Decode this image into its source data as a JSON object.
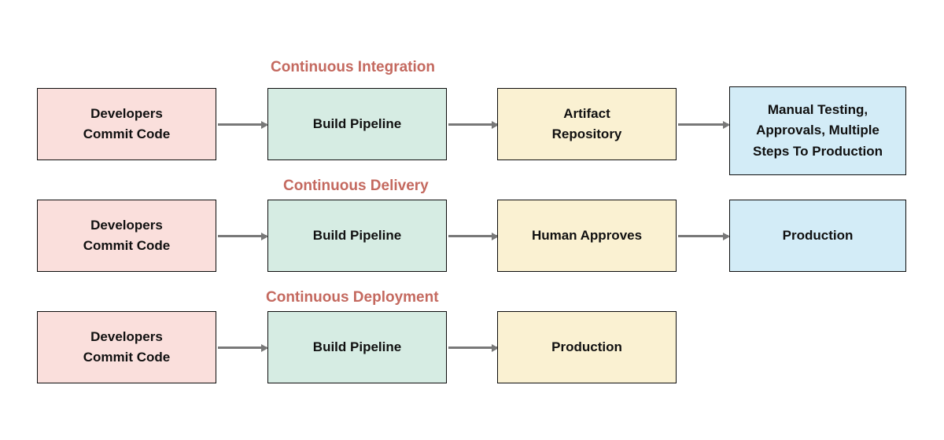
{
  "diagram": {
    "title_color": "#c4695f",
    "palette": {
      "pink": "#fadfdc",
      "green": "#d6ece3",
      "yellow": "#faf1d2",
      "blue": "#d3ecf7",
      "border": "#0c0c0c",
      "connector": "#787878",
      "background": "#ffffff"
    },
    "rows": [
      {
        "title": "Continuous Integration",
        "nodes": [
          {
            "label": "Developers\nCommit Code",
            "lines": [
              "Developers",
              "Commit Code"
            ],
            "color": "pink"
          },
          {
            "label": "Build Pipeline",
            "lines": [
              "Build Pipeline"
            ],
            "color": "green"
          },
          {
            "label": "Artifact\nRepository",
            "lines": [
              "Artifact",
              "Repository"
            ],
            "color": "yellow"
          },
          {
            "label": "Manual Testing, Approvals, Multiple Steps To Production",
            "lines": [
              "Manual Testing,",
              "Approvals, Multiple",
              "Steps To Production"
            ],
            "color": "blue"
          }
        ]
      },
      {
        "title": "Continuous Delivery",
        "nodes": [
          {
            "label": "Developers\nCommit Code",
            "lines": [
              "Developers",
              "Commit Code"
            ],
            "color": "pink"
          },
          {
            "label": "Build Pipeline",
            "lines": [
              "Build Pipeline"
            ],
            "color": "green"
          },
          {
            "label": "Human Approves",
            "lines": [
              "Human Approves"
            ],
            "color": "yellow"
          },
          {
            "label": "Production",
            "lines": [
              "Production"
            ],
            "color": "blue"
          }
        ]
      },
      {
        "title": "Continuous Deployment",
        "nodes": [
          {
            "label": "Developers\nCommit Code",
            "lines": [
              "Developers",
              "Commit Code"
            ],
            "color": "pink"
          },
          {
            "label": "Build Pipeline",
            "lines": [
              "Build Pipeline"
            ],
            "color": "green"
          },
          {
            "label": "Production",
            "lines": [
              "Production"
            ],
            "color": "yellow"
          }
        ]
      }
    ]
  }
}
